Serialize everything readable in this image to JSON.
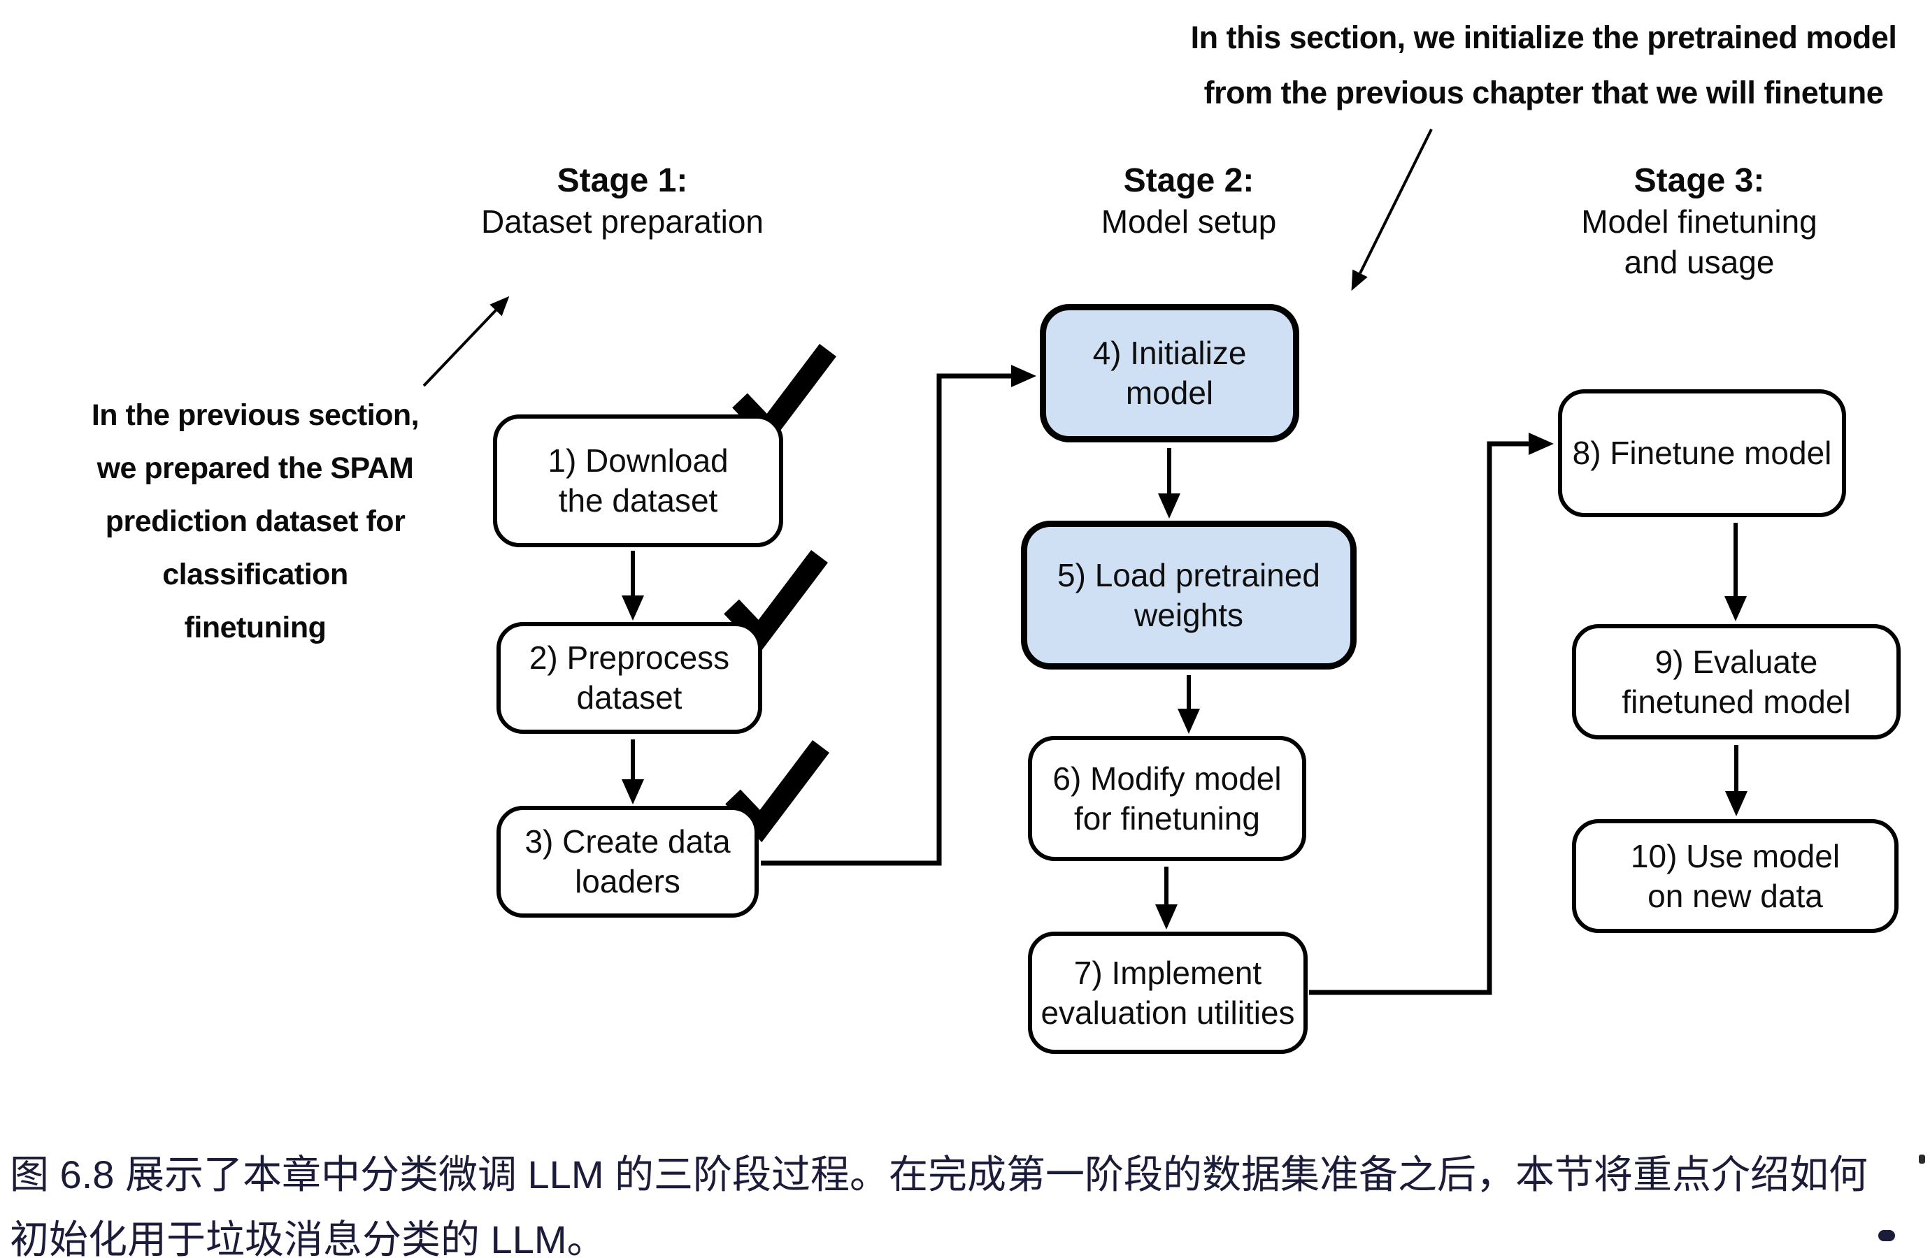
{
  "top_note": {
    "line1": "In this section, we initialize the pretrained model",
    "line2": "from the previous chapter that we will finetune"
  },
  "left_note": {
    "line1": "In the previous section,",
    "line2": "we prepared the SPAM",
    "line3": "prediction dataset for",
    "line4": "classification finetuning"
  },
  "stages": [
    {
      "title": "Stage 1:",
      "lines": [
        "Dataset preparation"
      ]
    },
    {
      "title": "Stage 2:",
      "lines": [
        "Model setup"
      ]
    },
    {
      "title": "Stage 3:",
      "lines": [
        "Model finetuning",
        "and usage"
      ]
    }
  ],
  "boxes": [
    {
      "line1": "1) Download",
      "line2": "the dataset",
      "highlighted": false,
      "checked": true
    },
    {
      "line1": "2) Preprocess",
      "line2": "dataset",
      "highlighted": false,
      "checked": true
    },
    {
      "line1": "3) Create data",
      "line2": "loaders",
      "highlighted": false,
      "checked": true
    },
    {
      "line1": "4) Initialize",
      "line2": "model",
      "highlighted": true,
      "checked": false
    },
    {
      "line1": "5) Load pretrained",
      "line2": "weights",
      "highlighted": true,
      "checked": false
    },
    {
      "line1": "6) Modify model",
      "line2": "for finetuning",
      "highlighted": false,
      "checked": false
    },
    {
      "line1": "7) Implement",
      "line2": "evaluation utilities",
      "highlighted": false,
      "checked": false
    },
    {
      "line1": "8) Finetune model",
      "highlighted": false,
      "checked": false
    },
    {
      "line1": "9) Evaluate",
      "line2": "finetuned model",
      "highlighted": false,
      "checked": false
    },
    {
      "line1": "10) Use model",
      "line2": "on new data",
      "highlighted": false,
      "checked": false
    }
  ],
  "caption": {
    "line1": "图 6.8 展示了本章中分类微调 LLM 的三阶段过程。在完成第一阶段的数据集准备之后，本节将重点介绍如何",
    "line2": "初始化用于垃圾消息分类的 LLM。"
  },
  "colors": {
    "highlight_fill": "#cfe0f5",
    "box_border": "#000000",
    "line_color": "#000000",
    "caption_text": "#1b1b3a"
  }
}
